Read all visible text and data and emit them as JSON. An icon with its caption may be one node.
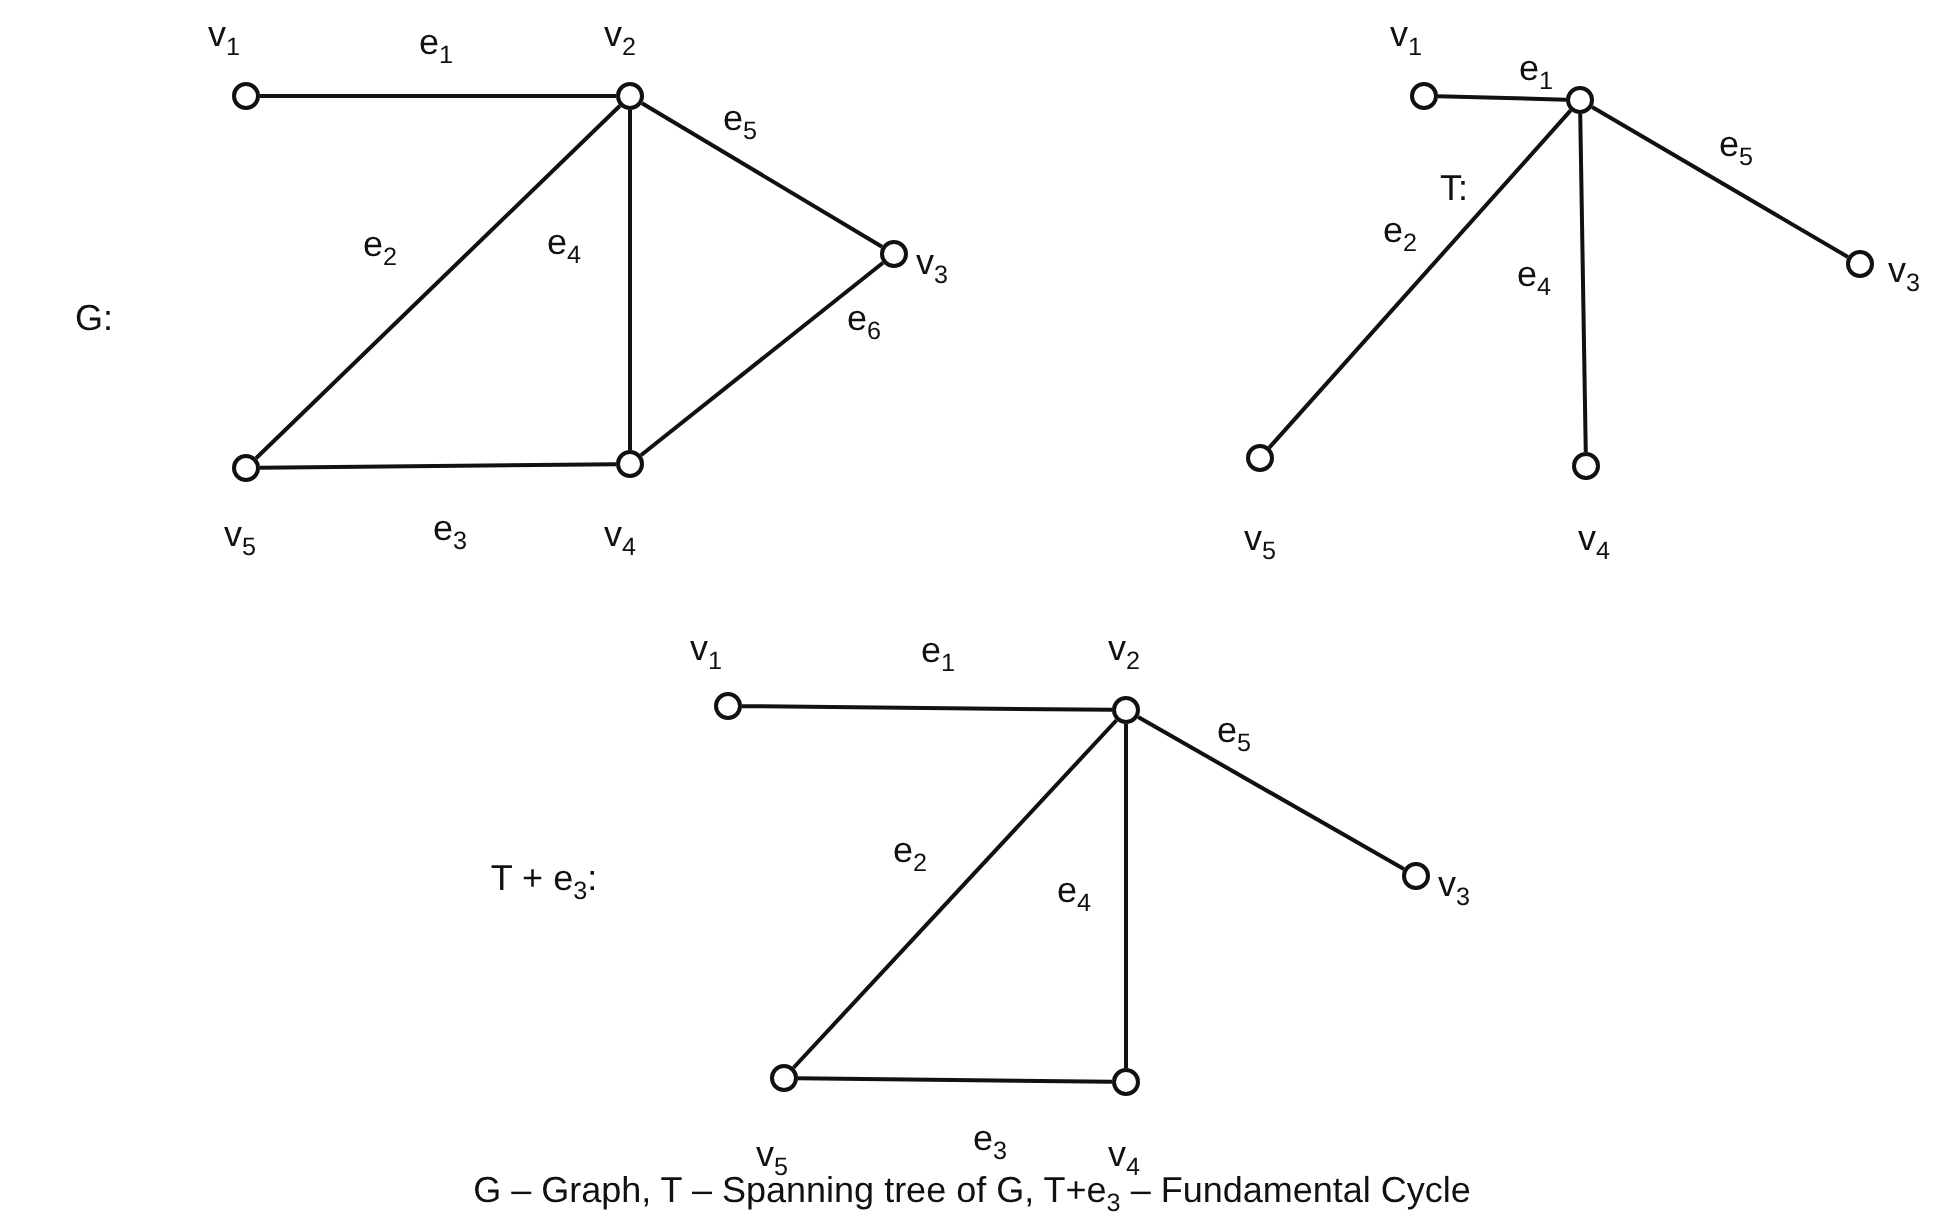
{
  "diagram": {
    "caption": "G – Graph, T – Spanning tree of G, T+e$_{3}$ – Fundamental Cycle",
    "nodes": [
      {
        "text": [],
        "shape": "circle",
        "beside": [
          "v$_{1}$"
        ]
      },
      {
        "text": [],
        "shape": "circle",
        "beside": [
          "v$_{2}$"
        ]
      },
      {
        "text": [],
        "shape": "circle",
        "beside": [
          "v$_{3}$"
        ]
      },
      {
        "text": [],
        "shape": "circle",
        "beside": [
          "v$_{4}$"
        ]
      },
      {
        "text": [],
        "shape": "circle",
        "beside": [
          "v$_{5}$"
        ]
      },
      {
        "text": [],
        "shape": "circle",
        "beside": [
          "v$_{1}$"
        ]
      },
      {
        "text": [],
        "shape": "circle"
      },
      {
        "text": [],
        "shape": "circle",
        "beside": [
          "v$_{3}$"
        ]
      },
      {
        "text": [],
        "shape": "circle",
        "beside": [
          "v$_{4}$"
        ]
      },
      {
        "text": [],
        "shape": "circle",
        "beside": [
          "v$_{5}$"
        ]
      },
      {
        "text": [],
        "shape": "circle",
        "beside": [
          "v$_{1}$"
        ]
      },
      {
        "text": [],
        "shape": "circle",
        "beside": [
          "v$_{2}$"
        ]
      },
      {
        "text": [],
        "shape": "circle",
        "beside": [
          "v$_{3}$"
        ]
      },
      {
        "text": [],
        "shape": "circle",
        "beside": [
          "v$_{4}$"
        ]
      },
      {
        "text": [],
        "shape": "circle",
        "beside": [
          "v$_{5}$"
        ]
      }
    ],
    "edges": [
      {
        "from": 0,
        "to": 1,
        "arrow": "none",
        "label": "e$_{1}$"
      },
      {
        "from": 1,
        "to": 4,
        "arrow": "none",
        "label": "e$_{2}$"
      },
      {
        "from": 1,
        "to": 3,
        "arrow": "none",
        "label": "e$_{4}$"
      },
      {
        "from": 1,
        "to": 2,
        "arrow": "none",
        "label": "e$_{5}$"
      },
      {
        "from": 3,
        "to": 2,
        "arrow": "none",
        "label": "e$_{6}$"
      },
      {
        "from": 4,
        "to": 3,
        "arrow": "none",
        "label": "e$_{3}$"
      },
      {
        "from": 5,
        "to": 6,
        "arrow": "none",
        "label": "e$_{1}$"
      },
      {
        "from": 6,
        "to": 9,
        "arrow": "none",
        "label": "e$_{2}$"
      },
      {
        "from": 6,
        "to": 8,
        "arrow": "none",
        "label": "e$_{4}$"
      },
      {
        "from": 6,
        "to": 7,
        "arrow": "none",
        "label": "e$_{5}$"
      },
      {
        "from": 10,
        "to": 11,
        "arrow": "none",
        "label": "e$_{1}$"
      },
      {
        "from": 11,
        "to": 14,
        "arrow": "none",
        "label": "e$_{2}$"
      },
      {
        "from": 11,
        "to": 13,
        "arrow": "none",
        "label": "e$_{4}$"
      },
      {
        "from": 11,
        "to": 12,
        "arrow": "none",
        "label": "e$_{5}$"
      },
      {
        "from": 14,
        "to": 13,
        "arrow": "none",
        "label": "e$_{3}$"
      }
    ],
    "labels": [
      "G:",
      "T:",
      "T + e$_{3}$:"
    ]
  }
}
